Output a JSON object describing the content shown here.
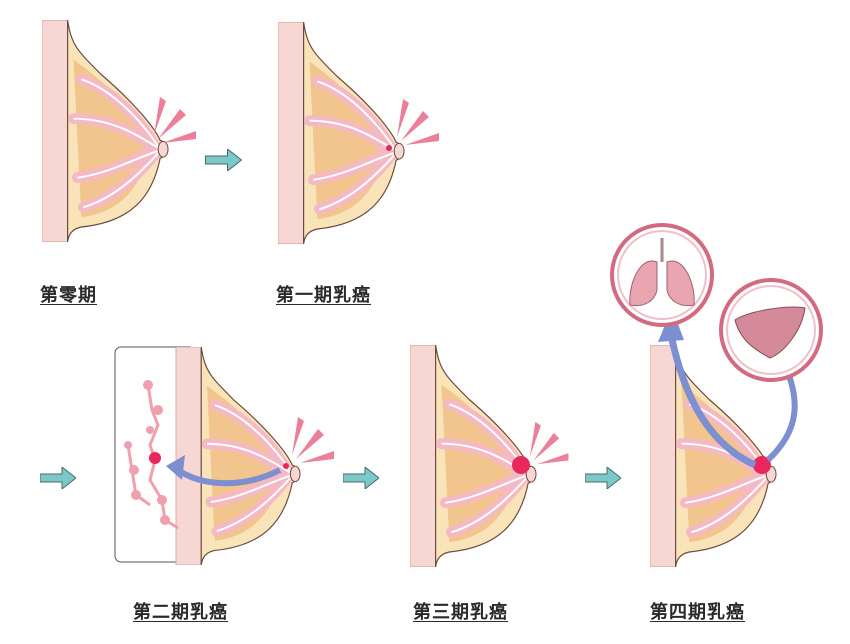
{
  "stages": [
    {
      "label": "第零期"
    },
    {
      "label": "第一期乳癌"
    },
    {
      "label": "第二期乳癌"
    },
    {
      "label": "第三期乳癌"
    },
    {
      "label": "第四期乳癌"
    }
  ],
  "colors": {
    "skin": "#f7d7d3",
    "fat": "#f9e3b8",
    "tissue": "#f2c48e",
    "lobule": "#f4b9c4",
    "rays": "#ec7f9a",
    "tumor": "#e8285c",
    "arrow_teal": "#7cc8c8",
    "arrow_blue": "#7d8fd0",
    "circle": "#d46a7f"
  }
}
